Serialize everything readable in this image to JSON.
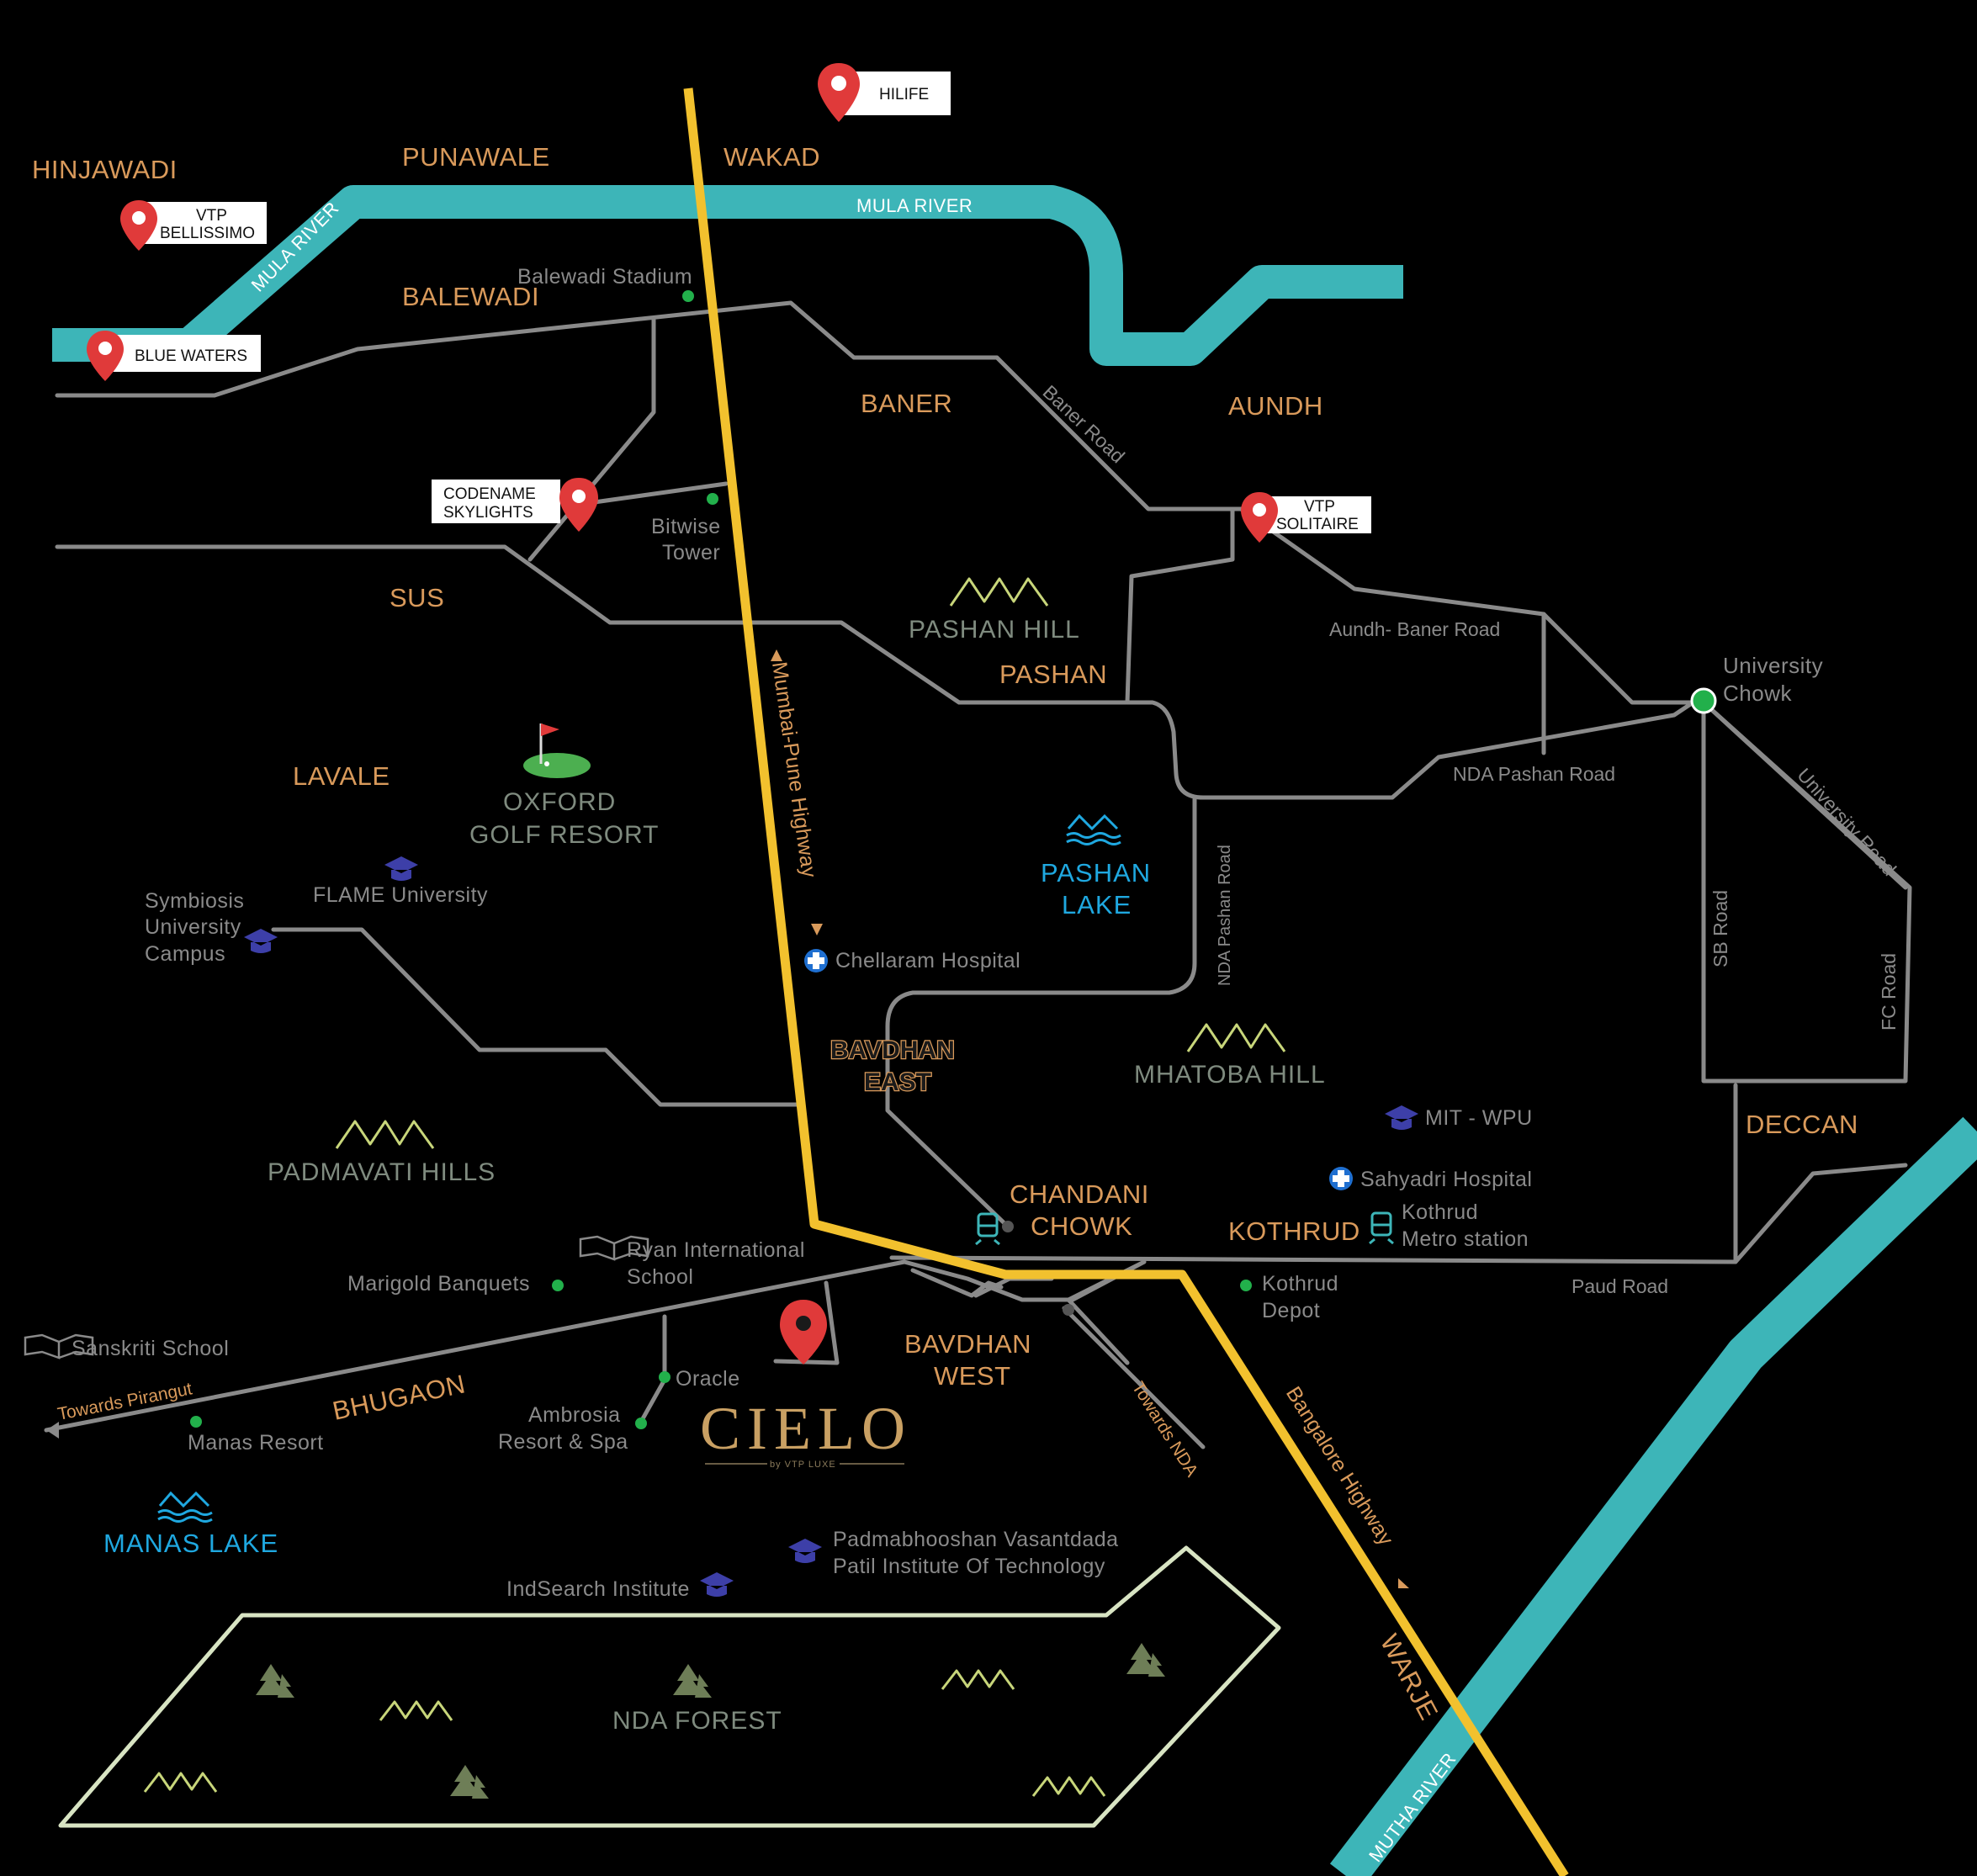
{
  "areas": {
    "hinjawadi": "HINJAWADI",
    "punawale": "PUNAWALE",
    "wakad": "WAKAD",
    "balewadi": "BALEWADI",
    "baner": "BANER",
    "aundh": "AUNDH",
    "sus": "SUS",
    "pashan": "PASHAN",
    "lavale": "LAVALE",
    "bavdhan_east_1": "BAVDHAN",
    "bavdhan_east_2": "EAST",
    "chandani_1": "CHANDANI",
    "chandani_2": "CHOWK",
    "kothrud": "KOTHRUD",
    "deccan": "DECCAN",
    "bavdhan_west_1": "BAVDHAN",
    "bavdhan_west_2": "WEST",
    "bhugaon": "BHUGAON",
    "warje": "WARJE"
  },
  "pins": {
    "hilife": "HILIFE",
    "vtp_bellissimo_1": "VTP",
    "vtp_bellissimo_2": "BELLISSIMO",
    "blue_waters": "BLUE WATERS",
    "codename_1": "CODENAME",
    "codename_2": "SKYLIGHTS",
    "vtp_solitaire_1": "VTP",
    "vtp_solitaire_2": "SOLITAIRE"
  },
  "rivers": {
    "mula_main": "MULA RIVER",
    "mula_diag": "MULA RIVER",
    "mutha": "MUTHA RIVER"
  },
  "highways": {
    "mumbai_pune": "Mumbai-Pune Highway",
    "bangalore": "Bangalore Highway"
  },
  "roads": {
    "baner_road": "Baner Road",
    "aundh_baner": "Aundh- Baner Road",
    "nda_pashan_h": "NDA Pashan Road",
    "nda_pashan_v": "NDA Pashan Road",
    "university_road": "University Road",
    "sb_road": "SB Road",
    "fc_road": "FC Road",
    "paud_road": "Paud Road",
    "towards_pirangut": "Towards Pirangut",
    "towards_nda": "Towards NDA"
  },
  "pois": {
    "balewadi_stadium": "Balewadi Stadium",
    "bitwise_1": "Bitwise",
    "bitwise_2": "Tower",
    "university_chowk_1": "University",
    "university_chowk_2": "Chowk",
    "oxford_1": "OXFORD",
    "oxford_2": "GOLF RESORT",
    "flame": "FLAME University",
    "symbiosis_1": "Symbiosis",
    "symbiosis_2": "University",
    "symbiosis_3": "Campus",
    "chellaram": "Chellaram Hospital",
    "mit": "MIT -  WPU",
    "sahyadri": "Sahyadri Hospital",
    "kothrud_metro_1": "Kothrud",
    "kothrud_metro_2": "Metro station",
    "ryan_1": "Ryan International",
    "ryan_2": "School",
    "marigold": "Marigold Banquets",
    "kothrud_depot_1": "Kothrud",
    "kothrud_depot_2": "Depot",
    "sanskriti": "Sanskriti School",
    "oracle": "Oracle",
    "ambrosia_1": "Ambrosia",
    "ambrosia_2": "Resort & Spa",
    "manas_resort": "Manas Resort",
    "padmabhooshan_1": "Padmabhooshan Vasantdada",
    "padmabhooshan_2": "Patil Institute Of Technology",
    "indsearch": "IndSearch Institute"
  },
  "hills": {
    "pashan_hill": "PASHAN HILL",
    "mhatoba_hill": "MHATOBA HILL",
    "padmavati_hills": "PADMAVATI HILLS",
    "nda_forest": "NDA FOREST"
  },
  "lakes": {
    "pashan_1": "PASHAN",
    "pashan_2": "LAKE",
    "manas": "MANAS LAKE"
  },
  "logo": {
    "name": "CIELO",
    "tagline": "by VTP LUXE"
  },
  "colors": {
    "background": "#000000",
    "river": "#3db5b8",
    "highway": "#f2c12e",
    "road": "#8a8a8a",
    "area_label": "#d99a5b",
    "poi_dot": "#22b04b",
    "pin": "#e03a3a",
    "lake": "#1fa8e0",
    "academic_icon": "#3d3fa8",
    "forest_outline": "#d8e4c3"
  }
}
